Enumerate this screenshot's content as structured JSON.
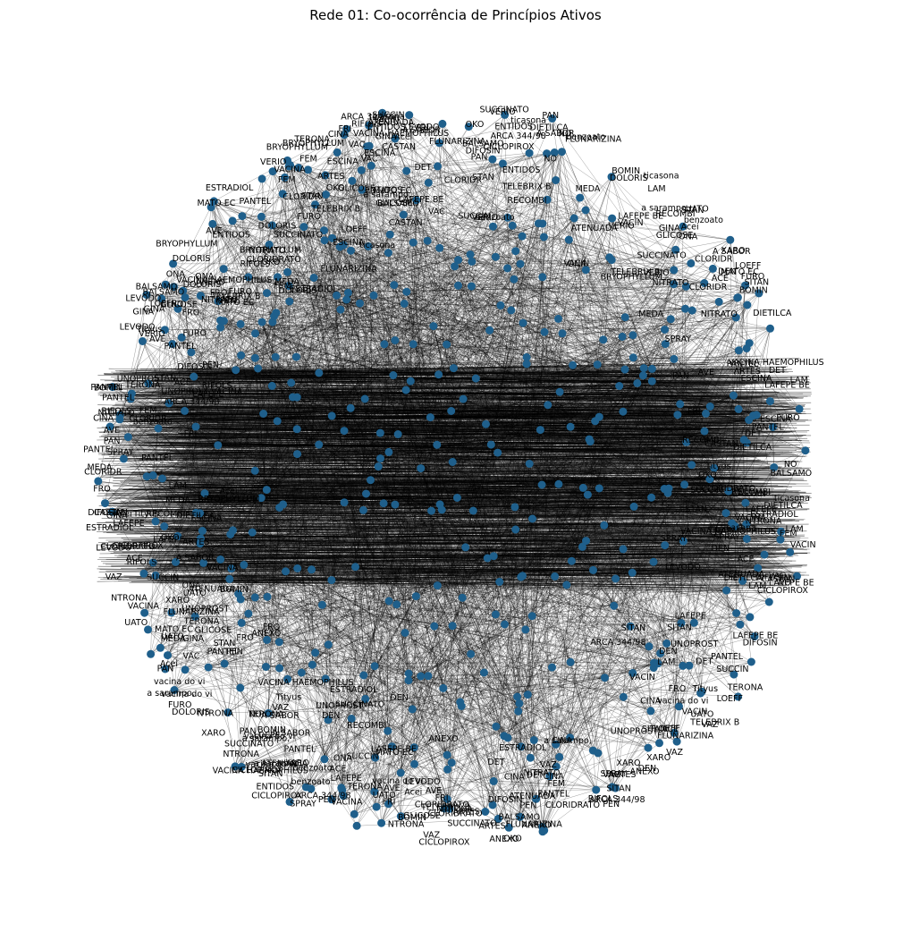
{
  "figure": {
    "title": "Rede 01: Co-ocorrência de Princípios Ativos"
  },
  "chart_data": {
    "type": "network",
    "layout": "spring",
    "node_color": "#1f5f8b",
    "edge_color": "#000000",
    "label_color": "#000000",
    "background": "#ffffff",
    "legend": "none",
    "axes": "off",
    "node_labels": [
      "BRYOPHYLLUM",
      "UNOPROST",
      "DIFOSIN",
      "SPRAY",
      "PANTEL",
      "PAN",
      "VAZ",
      "MATO EC",
      "FRI",
      "SUCCIN",
      "CICLOPIROX",
      "LOEFF",
      "FEM",
      "PEN",
      "ARTES",
      "FRO",
      "AVE",
      "FURO",
      "VAC",
      "LAM",
      "ACE",
      "DET",
      "Acei",
      "DEN",
      "DIETILCA",
      "ESCINA",
      "CINA",
      "VACINA",
      "a sarampo,",
      "benzoato",
      "CLORIDRATO",
      "DOLORIS",
      "BOMIN",
      "NITRATO",
      "XARO",
      "A SABOR",
      "CASTAN",
      "BALSAMO",
      "SUCCINATO",
      "VACIN",
      "vacina do vi",
      "LAFEPE",
      "LEVODO",
      "CLORIDR",
      "LAFEPE BE",
      "SITAN",
      "VACINA HAEMOPHILUS",
      "TELEBRIX B",
      "FLUNARIZINA",
      "ESTRADIOL",
      "ticasona",
      "STAN",
      "ENTIDOS",
      "RIFOLS",
      "GINA",
      "ANEXO",
      "MEDA",
      "ARCA 344/98",
      "VERIO",
      "NTRONA",
      "UATO",
      "ATENUADA",
      "GLICOSE",
      "RECOMBI",
      "Tityus",
      "TERONA",
      "ONA",
      "NO",
      "PANTEL",
      "OKO"
    ],
    "edges": "dense co-occurrence network (hundreds of nodes, thousands of edges)"
  }
}
